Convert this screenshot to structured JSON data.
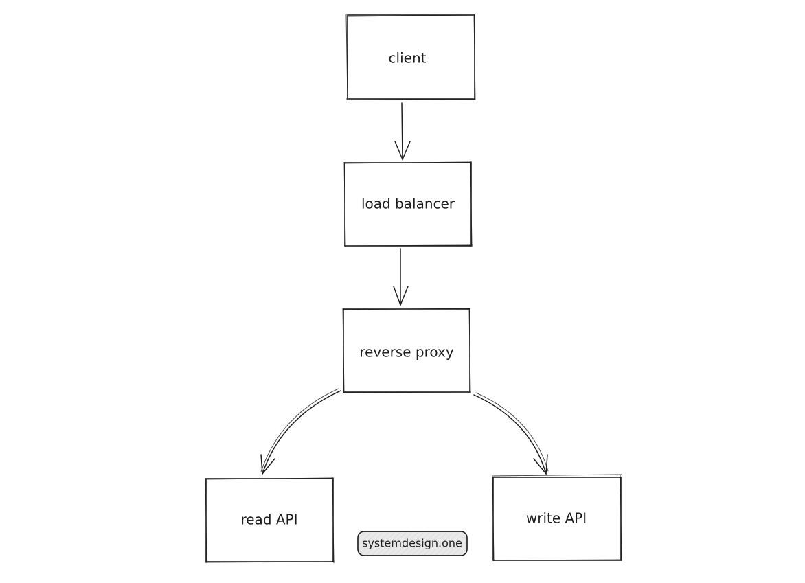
{
  "nodes": {
    "client": "client",
    "load_balancer": "load balancer",
    "reverse_proxy": "reverse proxy",
    "read_api": "read API",
    "write_api": "write API"
  },
  "watermark": "systemdesign.one",
  "colors": {
    "stroke": "#1e1e1e",
    "background": "#ffffff",
    "watermark_fill": "#e9e9e9"
  }
}
